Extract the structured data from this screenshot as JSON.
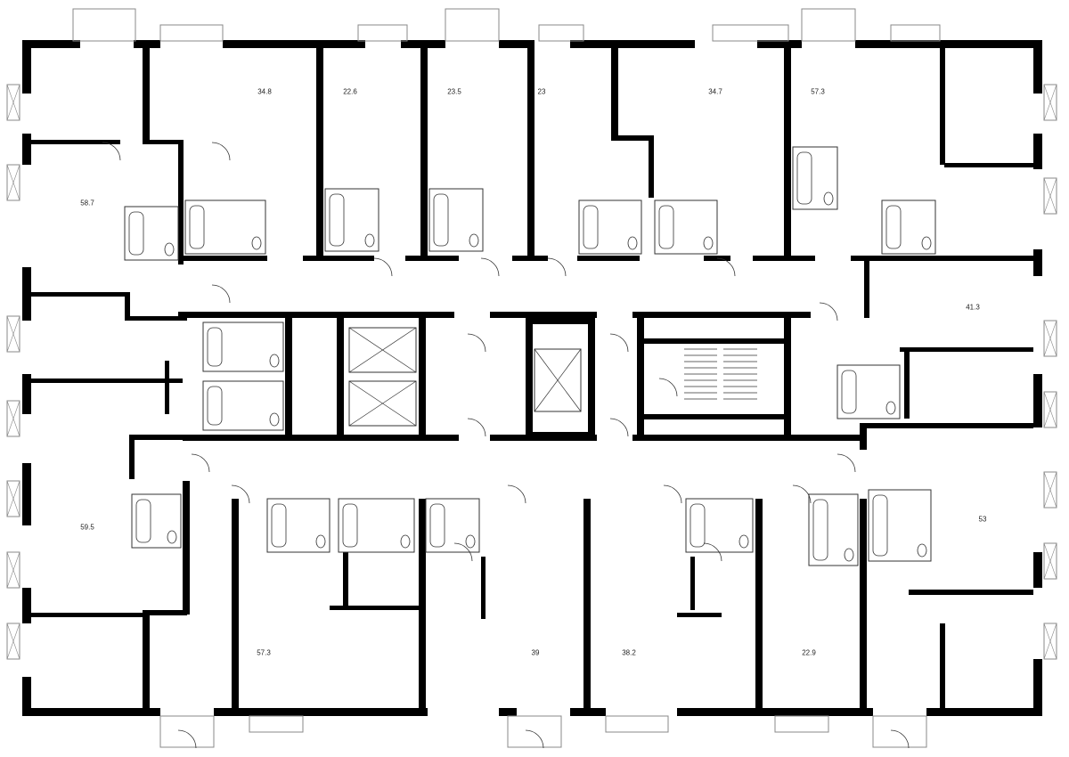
{
  "plan": {
    "units_top": [
      {
        "id": "top-1",
        "area": "34.8"
      },
      {
        "id": "top-2",
        "area": "22.6"
      },
      {
        "id": "top-3",
        "area": "23.5"
      },
      {
        "id": "top-4",
        "area": "23"
      },
      {
        "id": "top-5",
        "area": "34.7"
      },
      {
        "id": "top-6",
        "area": "57.3"
      }
    ],
    "units_side": [
      {
        "id": "left-upper",
        "area": "58.7"
      },
      {
        "id": "right-upper",
        "area": "41.3"
      },
      {
        "id": "left-lower",
        "area": "59.5"
      },
      {
        "id": "right-lower",
        "area": "53"
      }
    ],
    "units_bottom": [
      {
        "id": "bottom-1",
        "area": "57.3"
      },
      {
        "id": "bottom-2",
        "area": "39"
      },
      {
        "id": "bottom-3",
        "area": "38.2"
      },
      {
        "id": "bottom-4",
        "area": "22.9"
      }
    ],
    "colors": {
      "wall": "#000000",
      "thin": "#333333",
      "window": "#888888"
    }
  }
}
